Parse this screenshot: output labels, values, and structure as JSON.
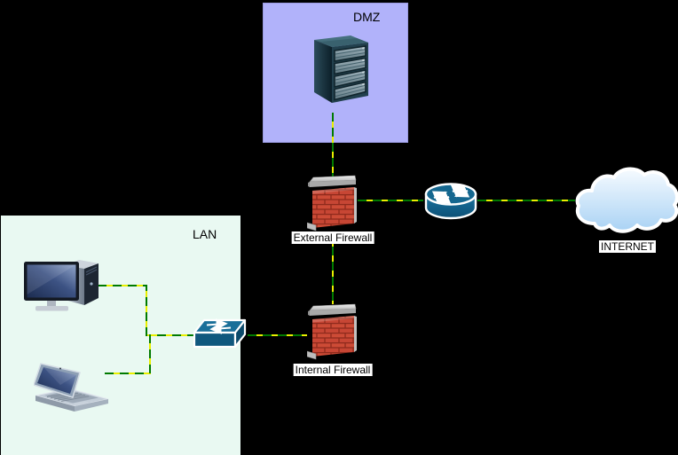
{
  "zones": {
    "dmz": {
      "label": "DMZ",
      "fill": "#b1b2fa"
    },
    "lan": {
      "label": "LAN",
      "fill": "#e9f9f2"
    }
  },
  "nodes": {
    "external_firewall": {
      "label": "External Firewall"
    },
    "internal_firewall": {
      "label": "Internal Firewall"
    },
    "internet": {
      "label": "INTERNET"
    }
  },
  "colors": {
    "canvas": "#000000",
    "link_base": "#e9ef00",
    "link_dash": "#007a00",
    "device_teal": "#15678f",
    "firewall_brick": "#c04231",
    "cloud_fill": "#bcdcf8"
  }
}
